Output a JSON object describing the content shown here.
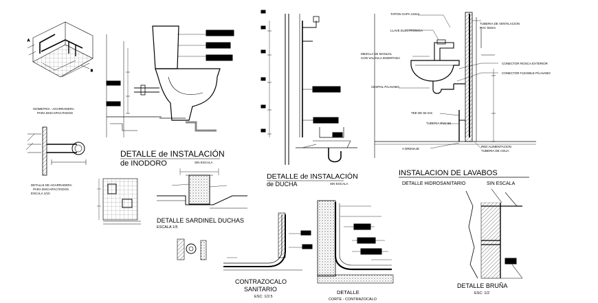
{
  "colors": {
    "line": "#000000",
    "hatch": "#333333",
    "background": "#ffffff"
  },
  "panels": {
    "isometric": {
      "caption_1": "ISOMETRIA - AGARRADERA",
      "caption_2": "PARA DISCAPACITADOS"
    },
    "grab_bar": {
      "caption_1": "DETALLE DE AGARRADERA",
      "caption_2": "PARA DISCAPACITADOS",
      "scale": "ESCALA 1/10"
    },
    "toilet": {
      "title_1": "DETALLE de INSTALACIÓN",
      "title_2": "de INODORO",
      "scale": "SIN ESCALA"
    },
    "shower": {
      "title_1": "DETALLE de INSTALACIÓN",
      "title_2": "de DUCHA",
      "scale": "SIN ESCALA"
    },
    "lavabo": {
      "title": "INSTALACION DE LAVABOS",
      "subtitle": "DETALLE HIDROSANITARIO",
      "scale": "SIN ESCALA",
      "labels": {
        "tapon": "TAPON GAPA 13mm",
        "ventilacion_1": "TUBERIA DE VENTILACION",
        "ventilacion_2": "PVC 50mm",
        "llave": "LLAVE ELECTRONICA",
        "mezcla_1": "MEZCLA DE MANUAL",
        "mezcla_2": "CON VALVULA INSERTADA",
        "rosca": "CONECTOR ROSCA EXTERIOR",
        "flexible": "CONECTOR FLEXIBLE P/LAVABO",
        "cespol": "CESPOL P/LAVABO",
        "tee": "TEE DE 50 mm",
        "tuberia": "TUBERIA PVC 50",
        "drenaje": "A DRENAJE",
        "alimentacion_1": "RED ALIMENTACION",
        "alimentacion_2": "TUBERIA DE AGUA"
      }
    },
    "sardinel": {
      "title": "DETALLE SARDINEL DUCHAS",
      "scale": "ESCALA 1/5"
    },
    "contrazocalo": {
      "title_1": "CONTRAZOCALO",
      "title_2": "SANITARIO",
      "scale": "ESC: 1/2.5"
    },
    "corte": {
      "title": "DETALLE",
      "subtitle": "CORTE - CONTRAZOCALO"
    },
    "bruna": {
      "title": "DETALLE BRUÑA",
      "scale": "ESC: 1/2"
    }
  }
}
